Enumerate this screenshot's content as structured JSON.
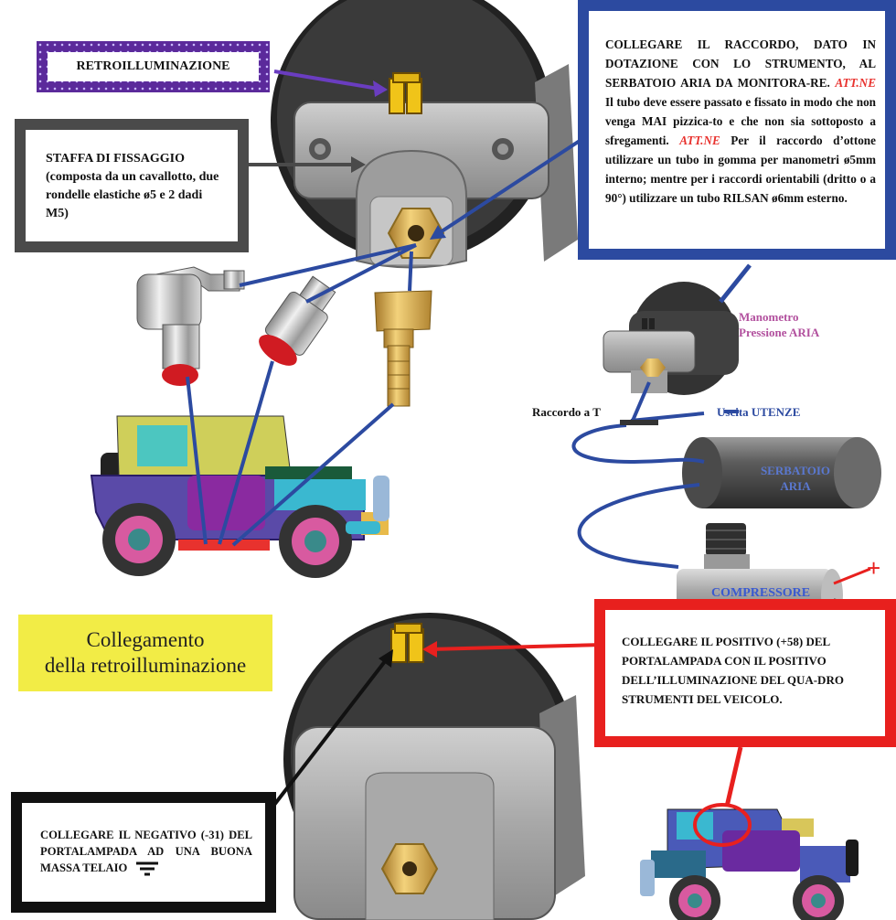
{
  "labels": {
    "retroilluminazione": "RETROILLUMINAZIONE",
    "staffa": "STAFFA DI FISSAGGIO (composta da un cavallotto, due rondelle elastiche ø5 e 2 dadi M5)",
    "collegare_p1": "COLLEGARE IL RACCORDO, DATO IN DOTAZIONE CON LO STRUMENTO, AL SERBATOIO ARIA DA MONITORA-RE.",
    "att1": "ATT.NE",
    "collegare_p2": " Il tubo deve essere passato e fissato in modo che non venga MAI pizzica-to e che non sia sottoposto a sfregamenti. ",
    "att2": "ATT.NE",
    "collegare_p3": " Per il raccordo d’ottone utilizzare un tubo in gomma per manometri ø5mm interno; mentre per i raccordi orientabili (dritto o a 90°) utilizzare un tubo RILSAN ø6mm esterno.",
    "manometro_line1": "Manometro",
    "manometro_line2": "Pressione ARIA",
    "raccordo_t": "Raccordo a T",
    "uscita": "Uscita UTENZE",
    "serbatoio_line1": "SERBATOIO",
    "serbatoio_line2": "ARIA",
    "compressore": "COMPRESSORE",
    "plus": "+",
    "minus": "-",
    "collegamento_line1": "Collegamento",
    "collegamento_line2": "della retroilluminazione",
    "positivo": "COLLEGARE IL POSITIVO (+58) DEL PORTALAMPADA CON IL POSITIVO DELL’ILLUMINAZIONE DEL QUA-DRO STRUMENTI DEL VEICOLO.",
    "negativo": "COLLEGARE IL NEGATIVO (-31) DEL PORTALAMPADA AD UNA BUONA MASSA TELAIO"
  },
  "colors": {
    "purple": "#5b2a9b",
    "dark_gray": "#4a4a4a",
    "blue": "#2c4aa0",
    "red": "#e8201e",
    "yellow": "#f2ec46",
    "manometro_text": "#b2509e",
    "serbatoio_text": "#5a78d0"
  },
  "icons": [
    "ground-symbol-icon",
    "gauge-icon",
    "jeep-icon",
    "compressor-icon",
    "tank-icon",
    "fitting-icon"
  ]
}
